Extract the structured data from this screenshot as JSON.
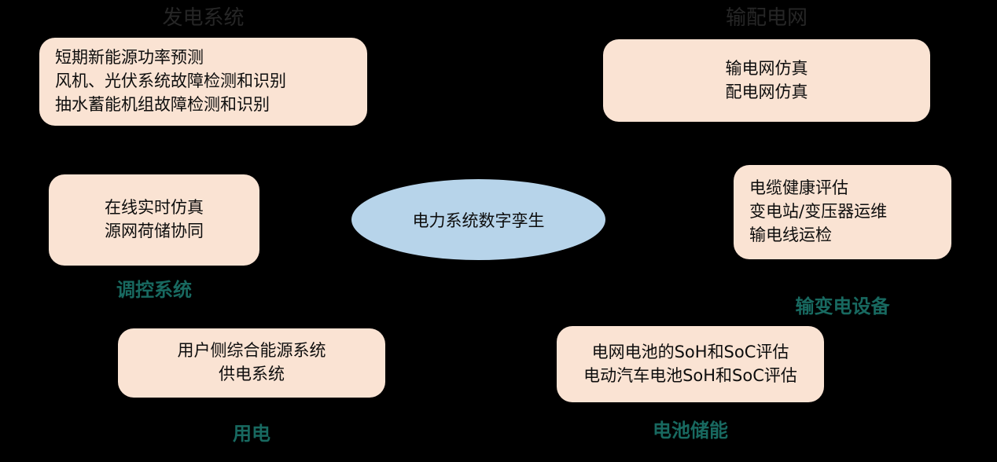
{
  "diagram": {
    "background_color": "#000000",
    "box_fill_color": "#fae3d3",
    "hub_fill_color": "#b7d4ea",
    "caption_teal_color": "#186960",
    "caption_dim_color": "#262626"
  },
  "hub": {
    "label": "电力系统数字孪生"
  },
  "groups": {
    "generation": {
      "caption": "发电系统",
      "lines": [
        "短期新能源功率预测",
        "风机、光伏系统故障检测和识别",
        "抽水蓄能机组故障检测和识别"
      ]
    },
    "grid": {
      "caption": "输配电网",
      "lines": [
        "输电网仿真",
        "配电网仿真"
      ]
    },
    "dispatch": {
      "caption": "调控系统",
      "lines": [
        "在线实时仿真",
        "源网荷储协同"
      ]
    },
    "transmission": {
      "caption": "输变电设备",
      "lines": [
        "电缆健康评估",
        "变电站/变压器运维",
        "输电线运检"
      ]
    },
    "consumption": {
      "caption": "用电",
      "lines": [
        "用户侧综合能源系统",
        "供电系统"
      ]
    },
    "storage": {
      "caption": "电池储能",
      "lines": [
        "电网电池的SoH和SoC评估",
        "电动汽车电池SoH和SoC评估"
      ]
    }
  }
}
